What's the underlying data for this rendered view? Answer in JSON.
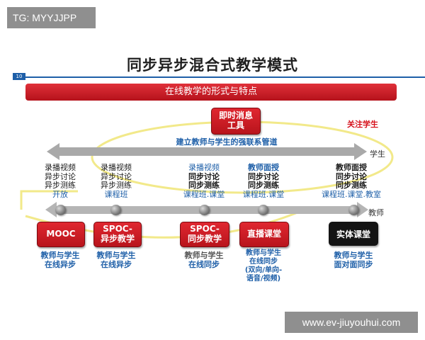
{
  "watermark_top": "TG: MYYJJPP",
  "watermark_bottom": "www.ev-jiuyouhui.com",
  "slide": {
    "title": "同步异步混合式教学模式",
    "page_number": "10",
    "banner": "在线教学的形式与特点",
    "im_tool": [
      "即时消息",
      "工具"
    ],
    "focus_label": "关注学生",
    "channel_label": "建立教师与学生的强联系管道",
    "student_axis_label": "学生",
    "teacher_axis_label": "教师"
  },
  "columns": [
    {
      "activities": [
        "录播视频",
        "异步讨论",
        "异步测练"
      ],
      "setting": "开放",
      "mode": [
        "MOOC"
      ],
      "description": [
        "教师与学生",
        "在线异步"
      ]
    },
    {
      "activities": [
        "录播视频",
        "异步讨论",
        "异步测练"
      ],
      "setting": "课程班",
      "mode": [
        "SPOC-",
        "异步教学"
      ],
      "description": [
        "教师与学生",
        "在线异步"
      ]
    },
    {
      "activities": [
        "录播视频",
        "同步讨论",
        "同步测练"
      ],
      "setting": "课程班.课堂",
      "mode": [
        "SPOC-",
        "同步教学"
      ],
      "description": [
        "教师与学生",
        "在线同步"
      ]
    },
    {
      "activities": [
        "教师面授",
        "同步讨论",
        "同步测练"
      ],
      "setting": "课程班.课堂",
      "mode": [
        "直播课堂"
      ],
      "description": [
        "教师与学生",
        "在线同步",
        "(双向/单向-",
        "语音/视频)"
      ]
    },
    {
      "activities": [
        "教师面授",
        "同步讨论",
        "同步测练"
      ],
      "setting": "课程班.课堂.教室",
      "mode": [
        "实体课堂"
      ],
      "description": [
        "教师与学生",
        "面对面同步"
      ]
    }
  ],
  "colors": {
    "accent_red": "#d6101a",
    "accent_blue": "#1e5fa8",
    "highlight_yellow": "#f2e98a",
    "arrow_gray": "#a9a9a9"
  }
}
